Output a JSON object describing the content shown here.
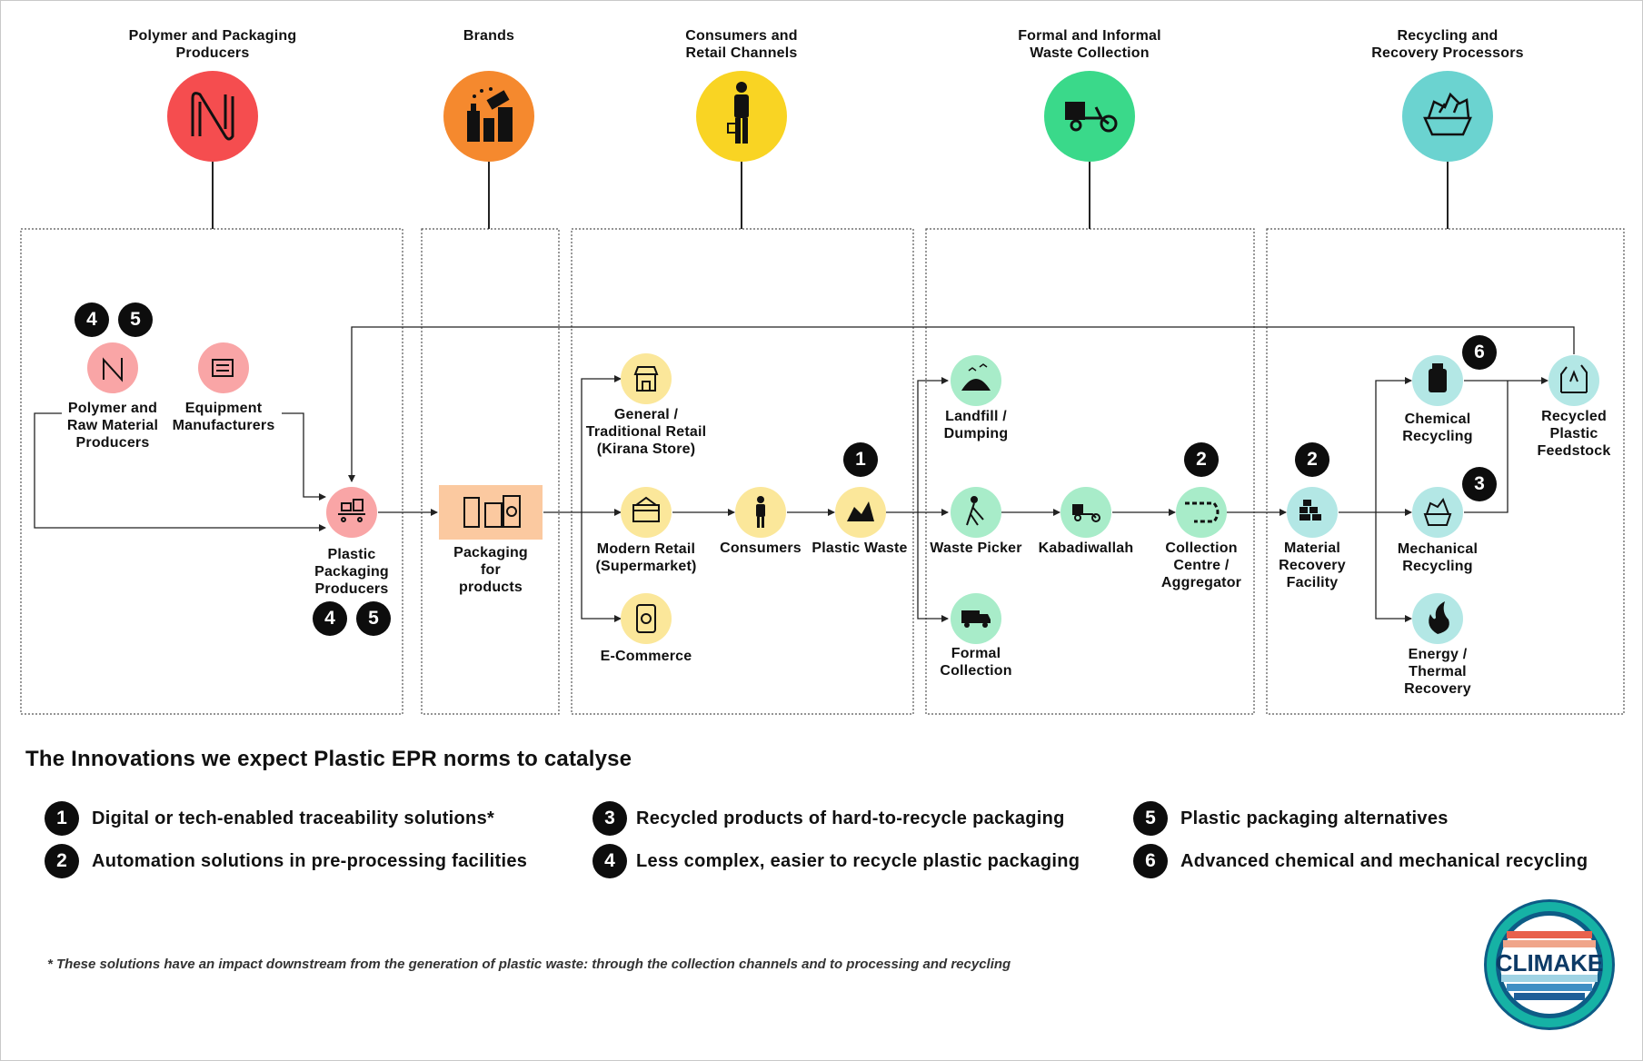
{
  "stages": [
    {
      "id": "polymer",
      "title": "Polymer and Packaging\nProducers",
      "color": "#f54d4f",
      "icon": "polymer-icon"
    },
    {
      "id": "brands",
      "title": "Brands",
      "color": "#f5892e",
      "icon": "products-icon"
    },
    {
      "id": "consumers",
      "title": "Consumers and\nRetail Channels",
      "color": "#f9d423",
      "icon": "person-basket-icon"
    },
    {
      "id": "collection",
      "title": "Formal and Informal\nWaste Collection",
      "color": "#3ad98a",
      "icon": "cargo-cycle-icon"
    },
    {
      "id": "recycling",
      "title": "Recycling and\nRecovery Processors",
      "color": "#6bd3d0",
      "icon": "crushed-plastic-icon"
    }
  ],
  "nodes": {
    "polymer_raw": "Polymer and\nRaw Material\nProducers",
    "equipment": "Equipment\nManufacturers",
    "plastic_packaging": "Plastic\nPackaging\nProducers",
    "packaging_products": "Packaging\nfor\nproducts",
    "general_retail": "General /\nTraditional Retail\n(Kirana Store)",
    "modern_retail": "Modern Retail\n(Supermarket)",
    "ecommerce": "E-Commerce",
    "consumers": "Consumers",
    "plastic_waste": "Plastic Waste",
    "landfill": "Landfill /\nDumping",
    "waste_picker": "Waste Picker",
    "kabadiwallah": "Kabadiwallah",
    "formal_collection": "Formal\nCollection",
    "collection_centre": "Collection\nCentre /\nAggregator",
    "mrf": "Material\nRecovery\nFacility",
    "chemical": "Chemical\nRecycling",
    "mechanical": "Mechanical\nRecycling",
    "energy": "Energy /\nThermal\nRecovery",
    "feedstock": "Recycled\nPlastic\nFeedstock"
  },
  "badges": {
    "polymer_a": "4",
    "polymer_b": "5",
    "pack_a": "4",
    "pack_b": "5",
    "waste": "1",
    "centre": "2",
    "mrf": "2",
    "chemical": "6",
    "mechanical": "3"
  },
  "legend": {
    "title": "The Innovations we expect Plastic EPR norms to catalyse",
    "items": [
      {
        "num": "1",
        "text": "Digital or tech-enabled traceability solutions*"
      },
      {
        "num": "2",
        "text": "Automation solutions in pre-processing facilities"
      },
      {
        "num": "3",
        "text": "Recycled products of hard-to-recycle packaging"
      },
      {
        "num": "4",
        "text": "Less complex, easier to recycle plastic packaging"
      },
      {
        "num": "5",
        "text": "Plastic packaging alternatives"
      },
      {
        "num": "6",
        "text": "Advanced chemical and mechanical recycling"
      }
    ]
  },
  "footnote": "* These solutions have an impact downstream from the generation of plastic waste: through the collection channels and to processing and recycling",
  "logo": {
    "text": "CLIMAKE",
    "ring_color": "#16b2a5",
    "inner_color": "#0d5c86"
  },
  "colors": {
    "polymer_light": "#f9a5a6",
    "brand_light": "#fbc9a0",
    "consumer_light": "#fbe79a",
    "collection_light": "#a8ecc9",
    "recycling_light": "#b3e7e5"
  }
}
